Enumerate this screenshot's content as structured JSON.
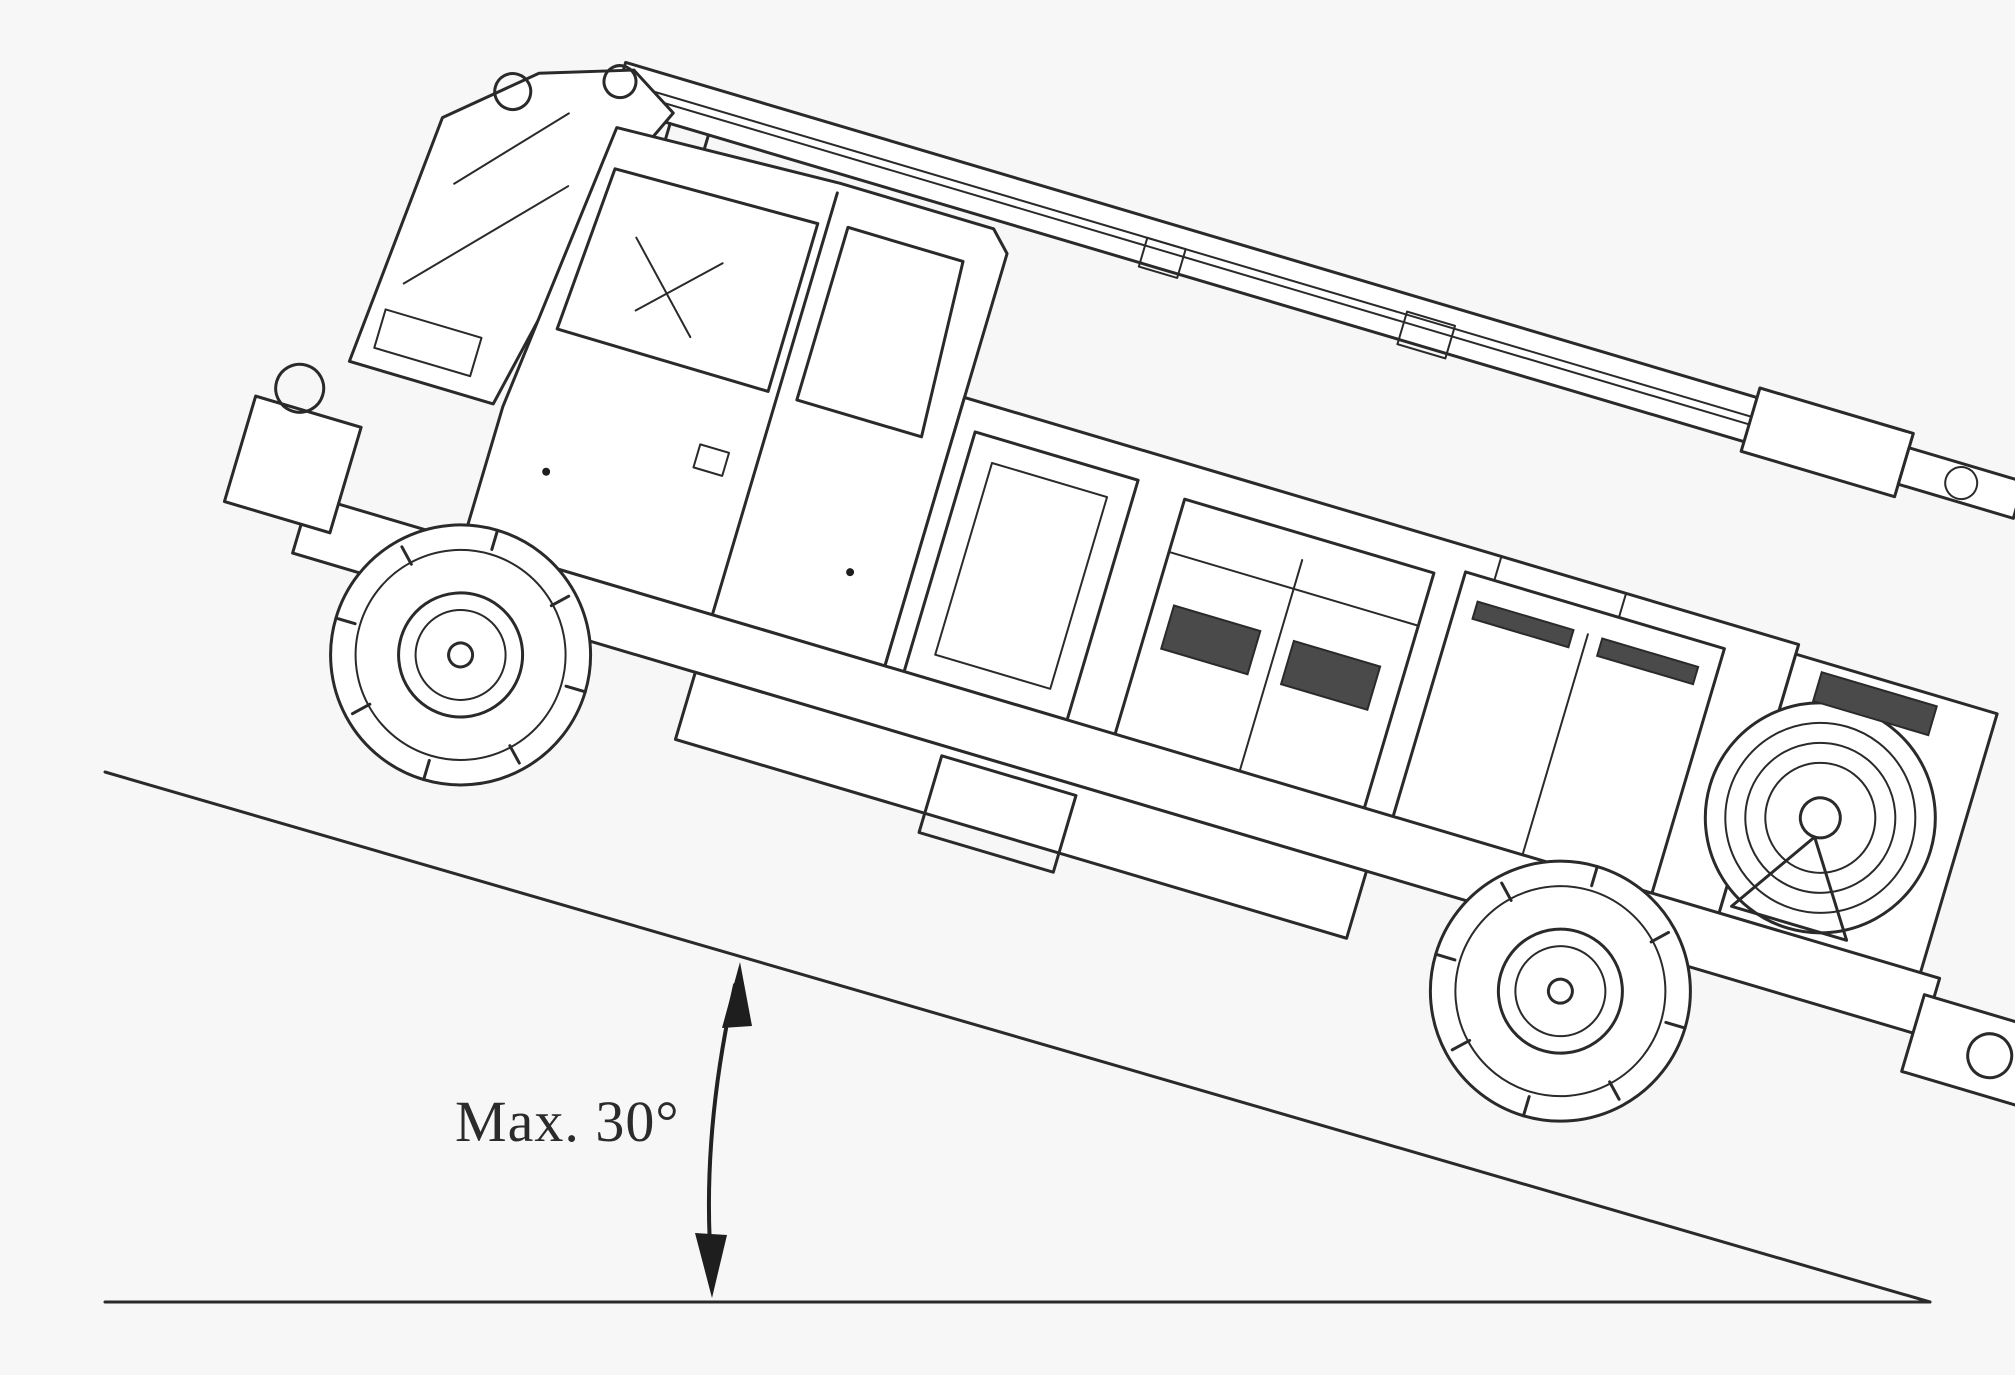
{
  "diagram": {
    "angle_label": "Max. 30°",
    "slope_angle_deg": 30
  },
  "colors": {
    "line": "#2a2a2a",
    "background": "#f7f7f7",
    "panel_dark": "#4a4a4a"
  },
  "icons": {
    "vehicle": "shotcrete-machine-line-drawing",
    "arrow": "double-headed-angle-arrow"
  }
}
